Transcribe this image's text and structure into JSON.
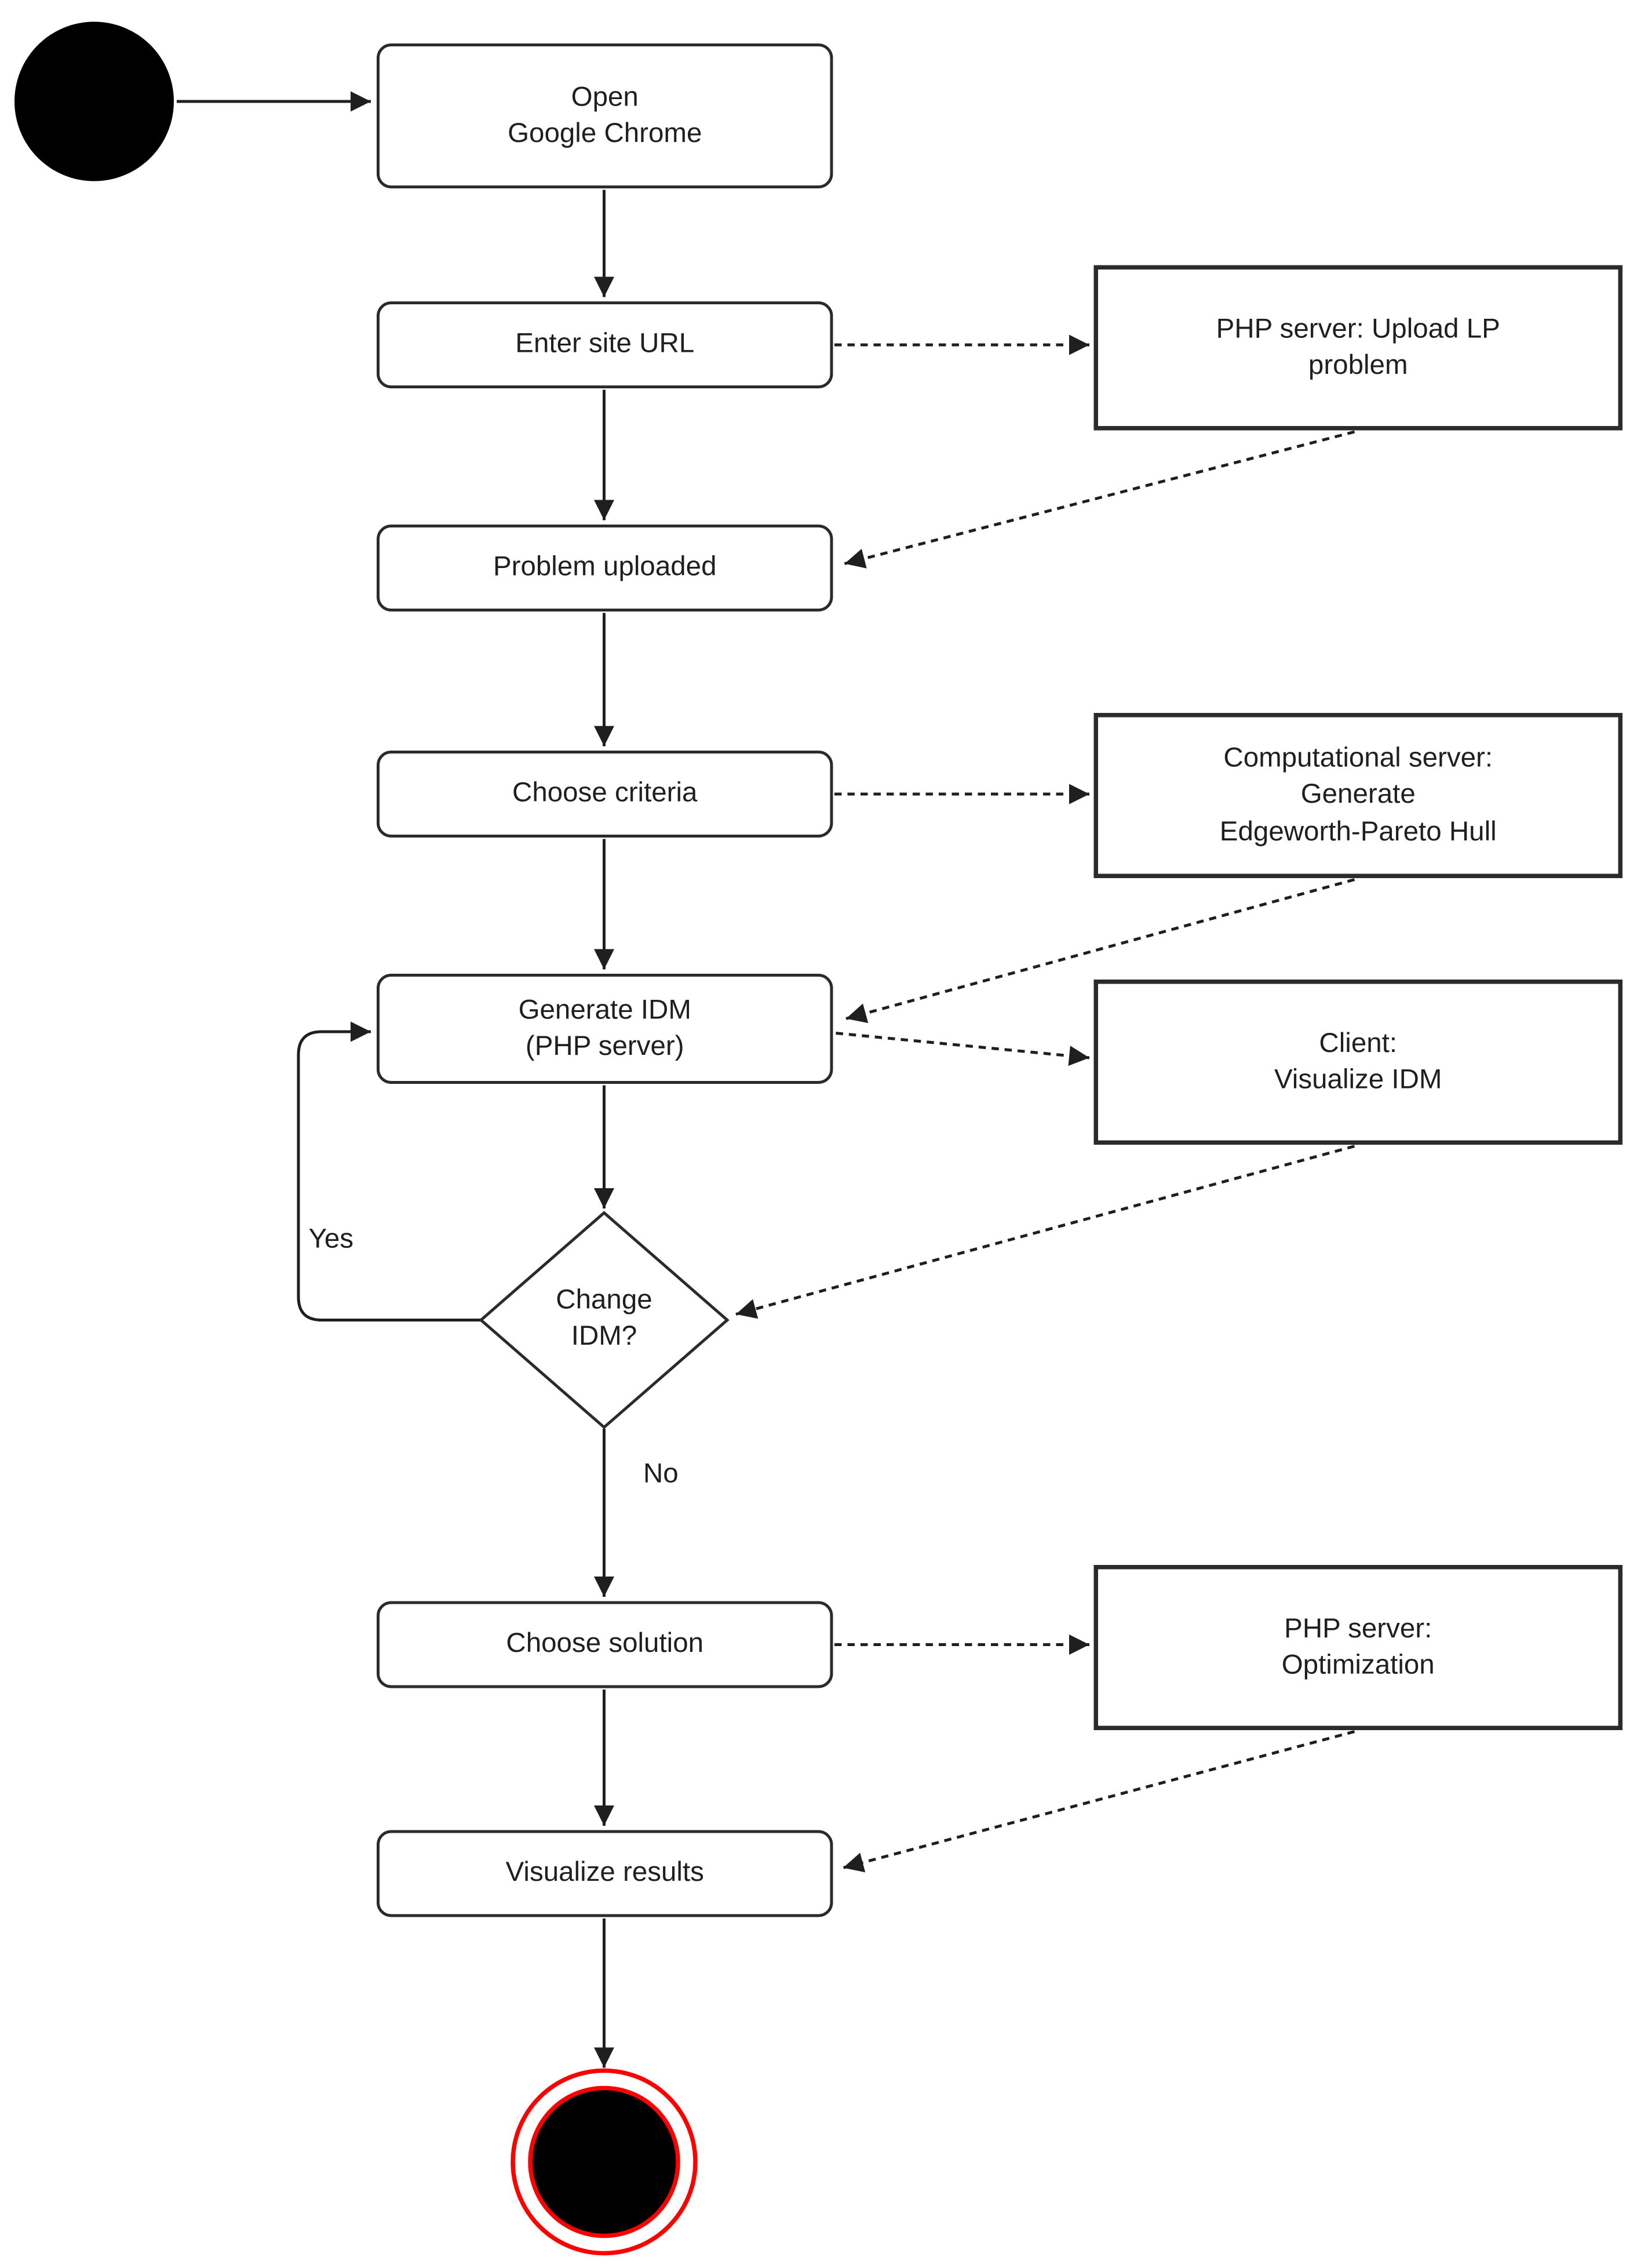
{
  "diagram": {
    "type": "uml-activity-diagram",
    "colors": {
      "background": "#ffffff",
      "line": "#1f1f1f",
      "box_border": "#2b2b2b",
      "node_fill": "#ffffff",
      "terminal_fill": "#000000",
      "final_ring_red": "#ff0000"
    },
    "nodes": {
      "start": {
        "kind": "initial-state",
        "label": ""
      },
      "open_chrome": {
        "kind": "activity",
        "label": "Open\nGoogle Chrome"
      },
      "enter_url": {
        "kind": "activity",
        "label": "Enter site URL"
      },
      "php_upload": {
        "kind": "server-action",
        "label": "PHP server: Upload LP\nproblem"
      },
      "problem_uploaded": {
        "kind": "activity",
        "label": "Problem uploaded"
      },
      "choose_criteria": {
        "kind": "activity",
        "label": "Choose criteria"
      },
      "comp_server": {
        "kind": "server-action",
        "label": "Computational server:\nGenerate\nEdgeworth-Pareto Hull"
      },
      "generate_idm": {
        "kind": "activity",
        "label": "Generate IDM\n(PHP server)"
      },
      "client_visualize": {
        "kind": "server-action",
        "label": "Client:\nVisualize IDM"
      },
      "change_idm": {
        "kind": "decision",
        "label": "Change\nIDM?"
      },
      "choose_solution": {
        "kind": "activity",
        "label": "Choose solution"
      },
      "php_optimization": {
        "kind": "server-action",
        "label": "PHP server:\nOptimization"
      },
      "visualize_results": {
        "kind": "activity",
        "label": "Visualize results"
      },
      "end": {
        "kind": "final-state",
        "label": ""
      }
    },
    "edge_labels": {
      "yes": "Yes",
      "no": "No"
    }
  }
}
